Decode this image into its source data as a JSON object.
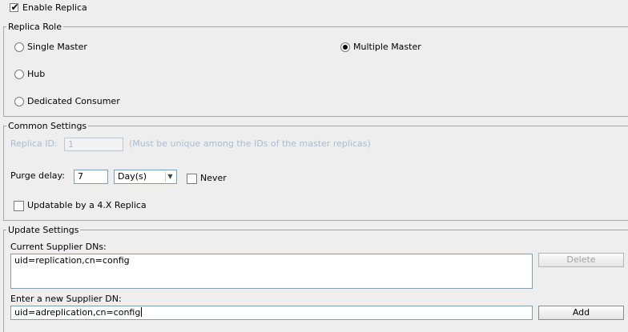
{
  "enable_replica": {
    "label": "Enable Replica",
    "checked": true
  },
  "replica_role": {
    "title": "Replica Role",
    "options": [
      {
        "label": "Single Master",
        "selected": false
      },
      {
        "label": "Multiple Master",
        "selected": true
      },
      {
        "label": "Hub",
        "selected": false
      },
      {
        "label": "Dedicated Consumer",
        "selected": false
      }
    ]
  },
  "common_settings": {
    "title": "Common Settings",
    "replica_id": {
      "label": "Replica ID:",
      "value": "1",
      "hint": "(Must be unique among the IDs of the master replicas)",
      "enabled": false
    },
    "purge_delay": {
      "label": "Purge delay:",
      "value": "7",
      "unit": "Day(s)",
      "never_label": "Never",
      "never_checked": false
    },
    "updatable": {
      "label": "Updatable by a 4.X Replica",
      "checked": false
    }
  },
  "update_settings": {
    "title": "Update Settings",
    "current_label": "Current Supplier DNs:",
    "current_items": [
      "uid=replication,cn=config"
    ],
    "delete_label": "Delete",
    "new_label": "Enter a new Supplier DN:",
    "new_value": "uid=adreplication,cn=config",
    "add_label": "Add"
  }
}
